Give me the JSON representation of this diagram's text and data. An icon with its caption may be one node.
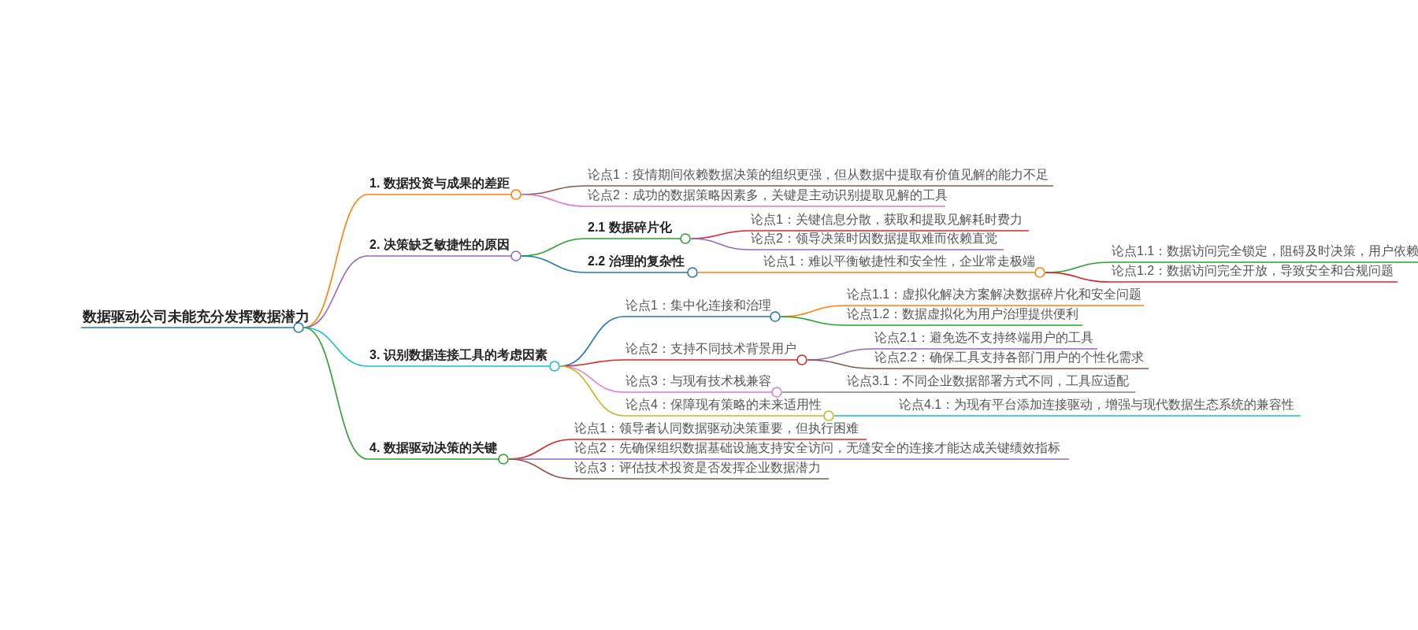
{
  "diagram": {
    "nodes": [
      {
        "text": [
          "数据驱动公司未能充分发挥数据潜力"
        ]
      },
      {
        "text": [
          "1. 数据投资与成果的差距"
        ]
      },
      {
        "text": [
          "论点1：疫情期间依赖数据决策的组织更强，但从数据中提取有价值见解的能力不足"
        ]
      },
      {
        "text": [
          "论点2：成功的数据策略因素多，关键是主动识别提取见解的工具"
        ]
      },
      {
        "text": [
          "2. 决策缺乏敏捷性的原因"
        ]
      },
      {
        "text": [
          "2.1 数据碎片化"
        ]
      },
      {
        "text": [
          "论点1：关键信息分散，获取和提取见解耗时费力"
        ]
      },
      {
        "text": [
          "论点2：领导决策时因数据提取难而依赖直觉"
        ]
      },
      {
        "text": [
          "2.2 治理的复杂性"
        ]
      },
      {
        "text": [
          "论点1：难以平衡敏捷性和安全性，企业常走极端"
        ]
      },
      {
        "text": [
          "论点1.1：数据访问完全锁定，阻碍及时决策，用户依赖"
        ]
      },
      {
        "text": [
          "论点1.2：数据访问完全开放，导致安全和合规问题"
        ]
      },
      {
        "text": [
          "3. 识别数据连接工具的考虑因素"
        ]
      },
      {
        "text": [
          "论点1：集中化连接和治理"
        ]
      },
      {
        "text": [
          "论点1.1：虚拟化解决方案解决数据碎片化和安全问题"
        ]
      },
      {
        "text": [
          "论点1.2：数据虚拟化为用户治理提供便利"
        ]
      },
      {
        "text": [
          "论点2：支持不同技术背景用户"
        ]
      },
      {
        "text": [
          "论点2.1：避免选不支持终端用户的工具"
        ]
      },
      {
        "text": [
          "论点2.2：确保工具支持各部门用户的个性化需求"
        ]
      },
      {
        "text": [
          "论点3：与现有技术栈兼容"
        ]
      },
      {
        "text": [
          "论点3.1：不同企业数据部署方式不同，工具应适配"
        ]
      },
      {
        "text": [
          "论点4：保障现有策略的未来适用性"
        ]
      },
      {
        "text": [
          "论点4.1：为现有平台添加连接驱动，增强与现代数据生态系统的兼容性"
        ]
      },
      {
        "text": [
          "4. 数据驱动决策的关键"
        ]
      },
      {
        "text": [
          "论点1：领导者认同数据驱动决策重要，但执行困难"
        ]
      },
      {
        "text": [
          "论点2：先确保组织数据基础设施支持安全访问，无缝安全的连接才能达成关键绩效指标"
        ]
      },
      {
        "text": [
          "论点3：评估技术投资是否发挥企业数据潜力"
        ]
      }
    ],
    "edges": [
      {
        "from": 0,
        "to": 1,
        "arrow": "none",
        "color": "#ff7f0e"
      },
      {
        "from": 1,
        "to": 2,
        "arrow": "none",
        "color": "#8c564b"
      },
      {
        "from": 1,
        "to": 3,
        "arrow": "none",
        "color": "#e377c2"
      },
      {
        "from": 0,
        "to": 4,
        "arrow": "none",
        "color": "#9467bd"
      },
      {
        "from": 4,
        "to": 5,
        "arrow": "none",
        "color": "#2ca02c"
      },
      {
        "from": 5,
        "to": 6,
        "arrow": "none",
        "color": "#d62728"
      },
      {
        "from": 5,
        "to": 7,
        "arrow": "none",
        "color": "#9467bd"
      },
      {
        "from": 4,
        "to": 8,
        "arrow": "none",
        "color": "#1f77b4"
      },
      {
        "from": 8,
        "to": 9,
        "arrow": "none",
        "color": "#ff7f0e"
      },
      {
        "from": 9,
        "to": 10,
        "arrow": "none",
        "color": "#2ca02c"
      },
      {
        "from": 9,
        "to": 11,
        "arrow": "none",
        "color": "#d62728"
      },
      {
        "from": 0,
        "to": 12,
        "arrow": "none",
        "color": "#17becf"
      },
      {
        "from": 12,
        "to": 13,
        "arrow": "none",
        "color": "#1f77b4"
      },
      {
        "from": 13,
        "to": 14,
        "arrow": "none",
        "color": "#ff7f0e"
      },
      {
        "from": 13,
        "to": 15,
        "arrow": "none",
        "color": "#2ca02c"
      },
      {
        "from": 12,
        "to": 16,
        "arrow": "none",
        "color": "#d62728"
      },
      {
        "from": 16,
        "to": 17,
        "arrow": "none",
        "color": "#9467bd"
      },
      {
        "from": 16,
        "to": 18,
        "arrow": "none",
        "color": "#8c564b"
      },
      {
        "from": 12,
        "to": 19,
        "arrow": "none",
        "color": "#e377c2"
      },
      {
        "from": 19,
        "to": 20,
        "arrow": "none",
        "color": "#7f7f7f"
      },
      {
        "from": 12,
        "to": 21,
        "arrow": "none",
        "color": "#bcbd22"
      },
      {
        "from": 21,
        "to": 22,
        "arrow": "none",
        "color": "#17becf"
      },
      {
        "from": 0,
        "to": 23,
        "arrow": "none",
        "color": "#2ca02c"
      },
      {
        "from": 23,
        "to": 24,
        "arrow": "none",
        "color": "#d62728"
      },
      {
        "from": 23,
        "to": 25,
        "arrow": "none",
        "color": "#9467bd"
      },
      {
        "from": 23,
        "to": 26,
        "arrow": "none",
        "color": "#8c564b"
      }
    ]
  }
}
